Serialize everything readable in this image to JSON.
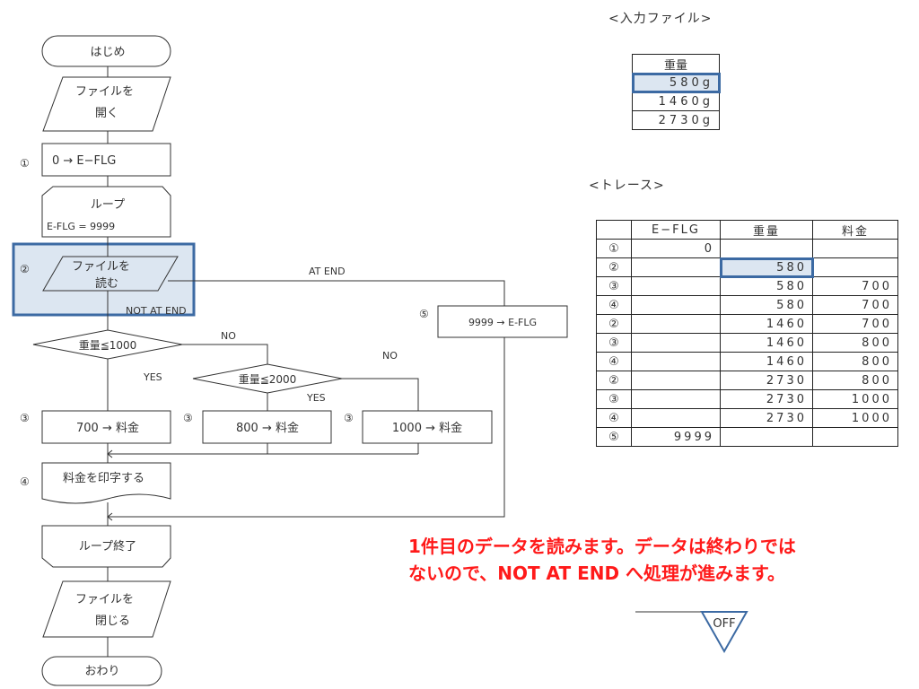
{
  "flowchart": {
    "start": "はじめ",
    "open_file_1": "ファイルを",
    "open_file_2": "開く",
    "step1_marker": "①",
    "step1_text": "0 → E−FLG",
    "loop_label": "ループ",
    "loop_cond": "E-FLG = 9999",
    "read_marker": "②",
    "read_file_1": "ファイルを",
    "read_file_2": "読む",
    "at_end": "AT END",
    "not_at_end": "NOT AT END",
    "step5_marker": "⑤",
    "step5_text": "9999 → E-FLG",
    "cond1": "重量≦1000",
    "cond2": "重量≦2000",
    "no1": "NO",
    "no2": "NO",
    "yes1": "YES",
    "yes2": "YES",
    "step3_marker_a": "③",
    "step3_marker_b": "③",
    "step3_marker_c": "③",
    "fee700": "700 → 料金",
    "fee800": "800 → 料金",
    "fee1000": "1000 → 料金",
    "step4_marker": "④",
    "print_fee": "料金を印字する",
    "loop_end": "ループ終了",
    "close_file_1": "ファイルを",
    "close_file_2": "閉じる",
    "end": "おわり"
  },
  "input_file": {
    "title": "<入力ファイル>",
    "header": "重量",
    "rows": [
      "580g",
      "1460g",
      "2730g"
    ]
  },
  "trace": {
    "title": "<トレース>",
    "headers": [
      "",
      "E−FLG",
      "重量",
      "料金"
    ],
    "rows": [
      [
        "①",
        "0",
        "",
        ""
      ],
      [
        "②",
        "",
        "580",
        ""
      ],
      [
        "③",
        "",
        "580",
        "700"
      ],
      [
        "④",
        "",
        "580",
        "700"
      ],
      [
        "②",
        "",
        "1460",
        "700"
      ],
      [
        "③",
        "",
        "1460",
        "800"
      ],
      [
        "④",
        "",
        "1460",
        "800"
      ],
      [
        "②",
        "",
        "2730",
        "800"
      ],
      [
        "③",
        "",
        "2730",
        "1000"
      ],
      [
        "④",
        "",
        "2730",
        "1000"
      ],
      [
        "⑤",
        "9999",
        "",
        ""
      ]
    ]
  },
  "caption": {
    "line1": "1件目のデータを読みます。データは終わりでは",
    "line2": "ないので、NOT AT END へ処理が進みます。"
  },
  "switch_label": "OFF",
  "colors": {
    "highlight_border": "#3c6aa3",
    "highlight_fill": "#dce6f1",
    "caption": "#ff1a1a"
  }
}
